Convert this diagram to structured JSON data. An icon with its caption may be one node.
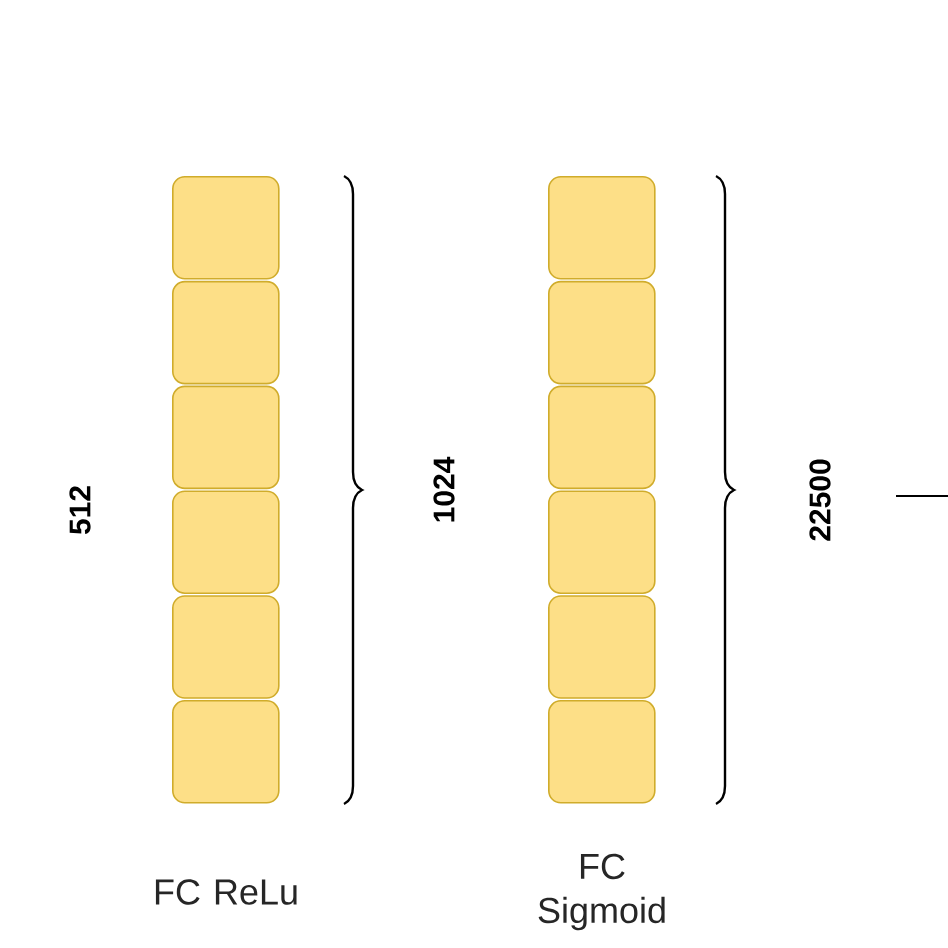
{
  "diagram": {
    "nodes": [
      {
        "text": [],
        "shape": "box"
      },
      {
        "text": [],
        "shape": "box"
      },
      {
        "text": [],
        "shape": "box"
      },
      {
        "text": [],
        "shape": "box"
      },
      {
        "text": [],
        "shape": "box"
      },
      {
        "text": [],
        "shape": "box"
      },
      {
        "text": [],
        "shape": "box"
      },
      {
        "text": [],
        "shape": "box"
      },
      {
        "text": [],
        "shape": "box"
      },
      {
        "text": [],
        "shape": "box"
      },
      {
        "text": [],
        "shape": "box"
      },
      {
        "text": [],
        "shape": "box"
      }
    ],
    "labels": [
      "512",
      "1024",
      "22500",
      "FC ReLu",
      "FC Sigmoid"
    ]
  }
}
